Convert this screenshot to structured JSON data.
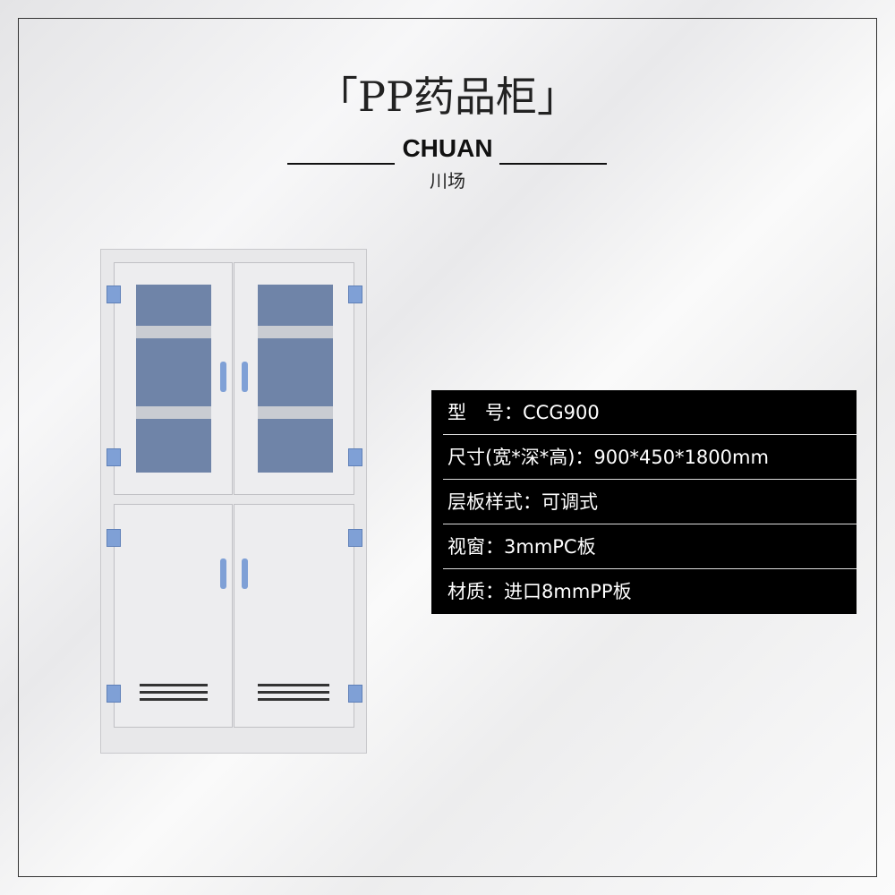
{
  "title": "「PP药品柜」",
  "brand": "CHUAN",
  "subtitle": "川场",
  "specs": [
    "型　号：CCG900",
    "尺寸(宽*深*高)：900*450*1800mm",
    "层板样式：可调式",
    "视窗：3mmPC板",
    "材质：进口8mmPP板"
  ],
  "colors": {
    "glass": "#6f84a8",
    "handle": "#7fa0d6",
    "panel": "#000000"
  }
}
